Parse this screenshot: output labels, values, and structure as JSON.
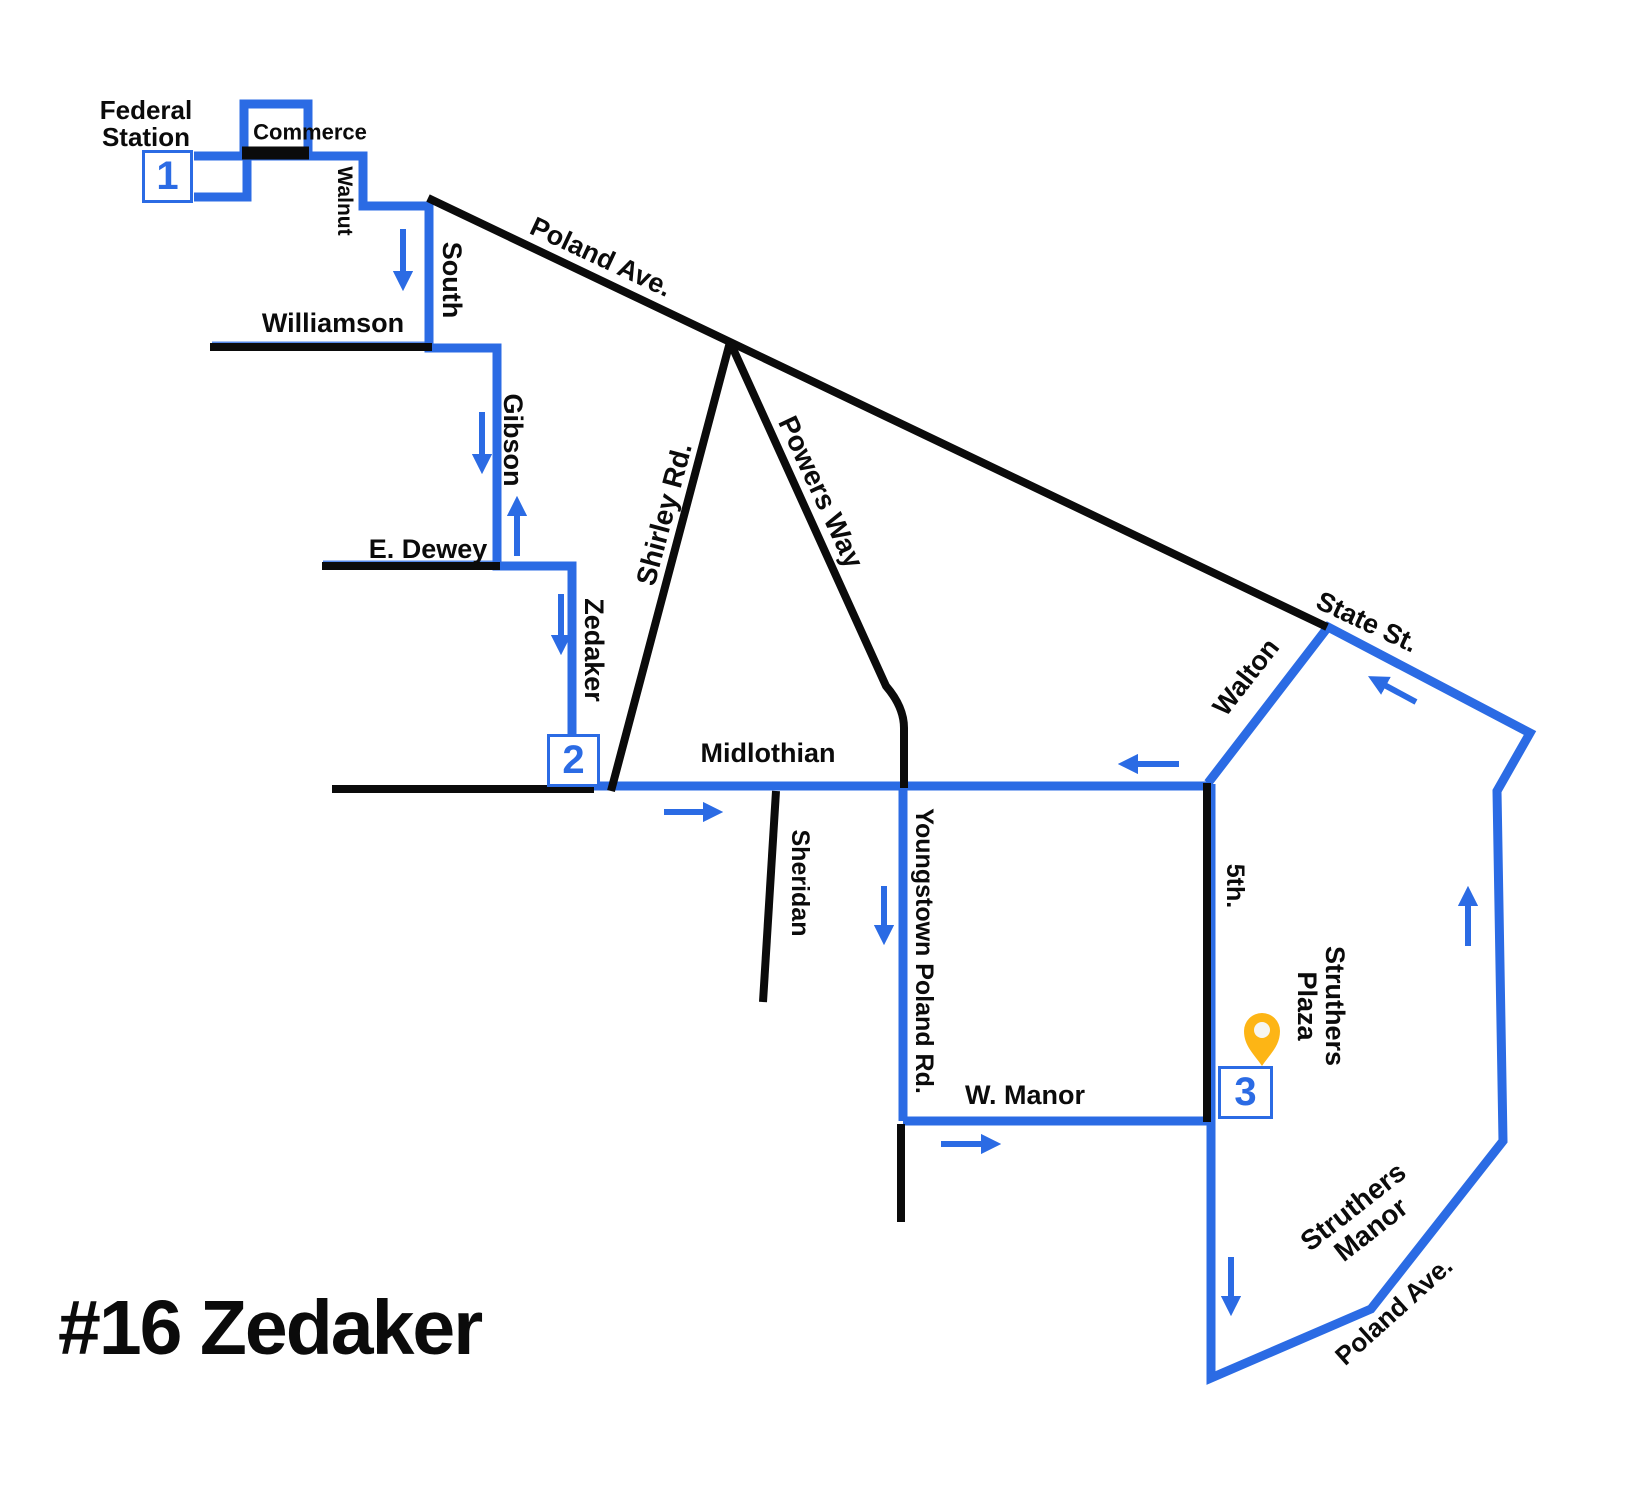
{
  "title": "#16 Zedaker",
  "colors": {
    "route_blue": "#2B6BE4",
    "street_black": "#0B0B0B",
    "pin_yellow": "#FDB515",
    "stop_box_bg": "#FFFFFF"
  },
  "stops": [
    {
      "number": "1"
    },
    {
      "number": "2"
    },
    {
      "number": "3"
    }
  ],
  "labels": {
    "federal_station": "Federal\nStation",
    "commerce": "Commerce",
    "walnut": "Walnut",
    "south": "South",
    "poland_ave_top": "Poland Ave.",
    "williamson": "Williamson",
    "gibson": "Gibson",
    "e_dewey": "E. Dewey",
    "zedaker": "Zedaker",
    "shirley_rd": "Shirley Rd.",
    "powers_way": "Powers Way",
    "midlothian": "Midlothian",
    "sheridan": "Sheridan",
    "youngstown_poland_rd": "Youngstown Poland Rd.",
    "walton": "Walton",
    "state_st": "State St.",
    "fifth": "5th.",
    "struthers_plaza": "Struthers\nPlaza",
    "w_manor": "W. Manor",
    "struthers_manor": "Struthers\nManor",
    "poland_ave_bottom": "Poland Ave."
  }
}
